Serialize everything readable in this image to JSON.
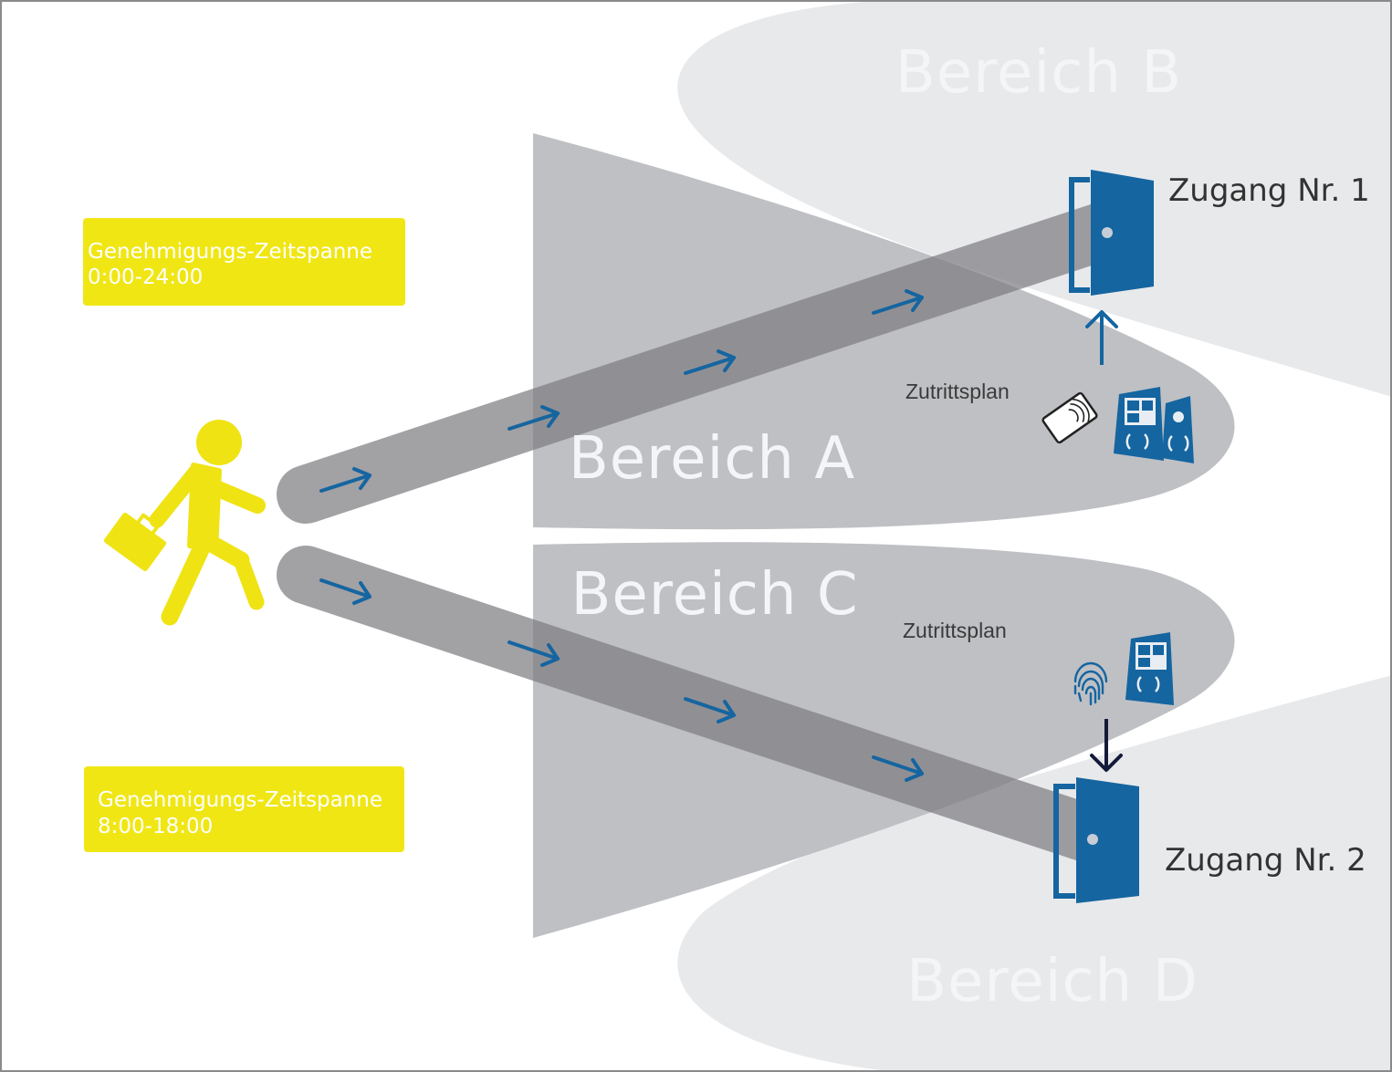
{
  "regions": {
    "a": "Bereich A",
    "b": "Bereich B",
    "c": "Bereich C",
    "d": "Bereich D"
  },
  "doors": {
    "door1": "Zugang Nr. 1",
    "door2": "Zugang Nr. 2"
  },
  "access_plan": {
    "top": "Zutrittsplan",
    "bottom": "Zutrittsplan"
  },
  "time_windows": {
    "top": {
      "line1": "Genehmigungs-Zeitspanne",
      "line2": "0:00-24:00"
    },
    "bottom": {
      "line1": "Genehmigungs-Zeitspanne",
      "line2": "8:00-18:00"
    }
  },
  "icons": {
    "person": "walking-person-icon",
    "card": "rfid-card-icon",
    "terminal": "access-terminal-icon",
    "fingerprint": "fingerprint-icon",
    "door": "open-door-icon"
  },
  "colors": {
    "accent_blue": "#1565a0",
    "person_yellow": "#efe314",
    "time_box_yellow": "#f0e614",
    "region_light": "#e8e9eb",
    "region_dark": "#bfc0c4",
    "path": "#7e7d81"
  }
}
